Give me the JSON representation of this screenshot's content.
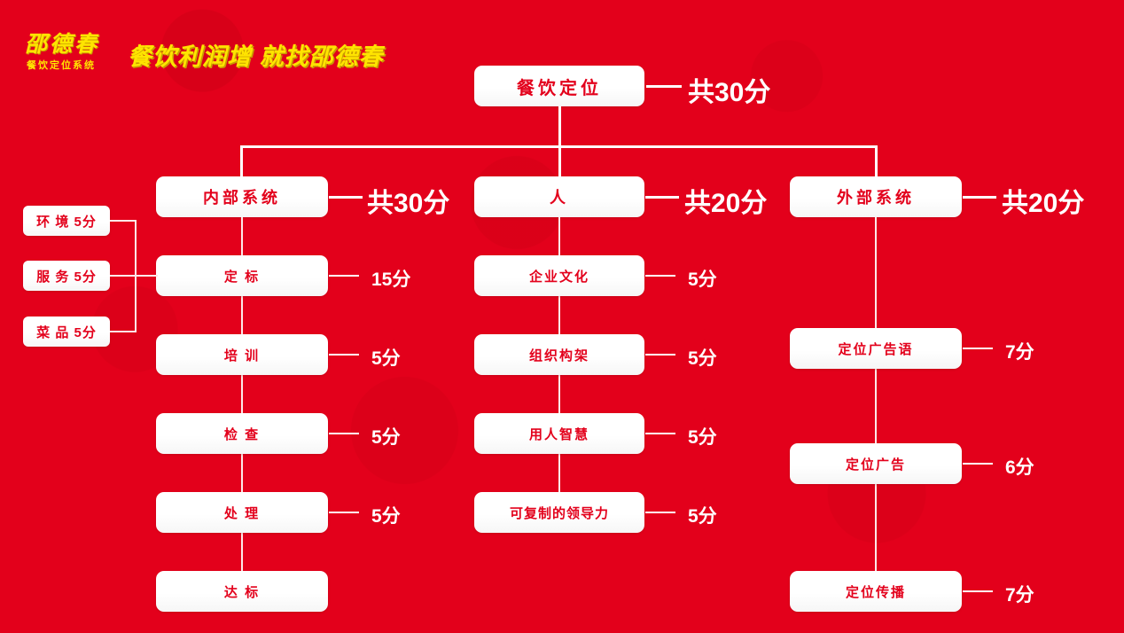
{
  "brand": {
    "logo_name": "邵德春",
    "logo_subtitle": "餐饮定位系统",
    "tagline": "餐饮利润增 就找邵德春",
    "logo_color": "#ffe400",
    "background_color": "#e3001b",
    "node_text_color": "#e3001b"
  },
  "diagram": {
    "type": "tree",
    "root": {
      "label": "餐饮定位",
      "score": "共30分"
    },
    "branches": [
      {
        "label": "内部系统",
        "score": "共30分",
        "children": [
          {
            "label": "定 标",
            "score": "15分"
          },
          {
            "label": "培 训",
            "score": "5分"
          },
          {
            "label": "检 查",
            "score": "5分"
          },
          {
            "label": "处 理",
            "score": "5分"
          },
          {
            "label": "达 标",
            "score": ""
          }
        ],
        "side_items": [
          {
            "label": "环 境 5分"
          },
          {
            "label": "服 务 5分"
          },
          {
            "label": "菜 品 5分"
          }
        ]
      },
      {
        "label": "人",
        "score": "共20分",
        "children": [
          {
            "label": "企业文化",
            "score": "5分"
          },
          {
            "label": "组织构架",
            "score": "5分"
          },
          {
            "label": "用人智慧",
            "score": "5分"
          },
          {
            "label": "可复制的领导力",
            "score": "5分"
          }
        ]
      },
      {
        "label": "外部系统",
        "score": "共20分",
        "children": [
          {
            "label": "定位广告语",
            "score": "7分"
          },
          {
            "label": "定位广告",
            "score": "6分"
          },
          {
            "label": "定位传播",
            "score": "7分"
          }
        ]
      }
    ]
  }
}
